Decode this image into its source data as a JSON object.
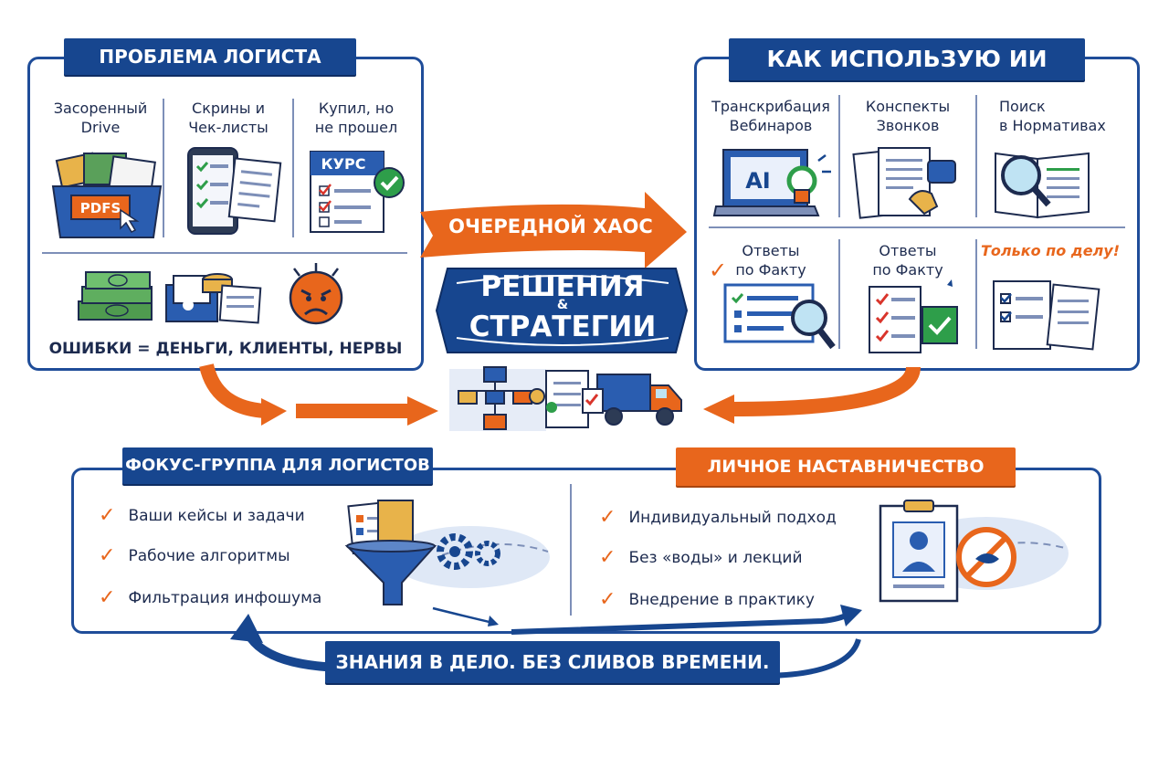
{
  "problem": {
    "title": "ПРОБЛЕМА ЛОГИСТА",
    "cells": [
      {
        "label": "Засоренный\nDrive",
        "icon": "folder-pdf-icon",
        "badge": "PDFS"
      },
      {
        "label": "Скрины и\nЧек-листы",
        "icon": "phone-checklist-icon"
      },
      {
        "label": "Купил, но\nне прошел",
        "icon": "course-book-icon",
        "badge": "КУРС"
      }
    ],
    "bottom_icons": [
      "money-stack-icon",
      "files-coins-icon",
      "angry-face-icon"
    ],
    "caption": "ОШИБКИ = ДЕНЬГИ, КЛИЕНТЫ, НЕРВЫ"
  },
  "ai_usage": {
    "title": "КАК ИСПОЛЬЗУЮ ИИ",
    "cells": [
      {
        "label": "Транскрибация\nВебинаров",
        "icon": "laptop-ai-icon",
        "badge": "AI"
      },
      {
        "label": "Конспекты\nЗвонков",
        "icon": "notes-phone-icon"
      },
      {
        "label": "Поиск\nв Нормативах",
        "icon": "book-magnifier-icon"
      },
      {
        "label": "Ответы\nпо Факту",
        "icon": "document-magnifier-icon"
      },
      {
        "label": "Ответы\nпо Факту",
        "icon": "checklist-icon"
      },
      {
        "label": "Только по делу!",
        "icon": "clipboard-list-icon"
      }
    ]
  },
  "center": {
    "chaos_arrow": "ОЧЕРЕДНОЙ ХАОС",
    "solutions_line1": "РЕШЕНИЯ",
    "solutions_amp": "&",
    "solutions_line2": "СТРАТЕГИИ",
    "icons": [
      "flowchart-icon",
      "checklist-icon",
      "truck-icon"
    ]
  },
  "focus_group": {
    "title": "ФОКУС-ГРУППА ДЛЯ ЛОГИСТОВ",
    "items": [
      "Ваши кейсы и задачи",
      "Рабочие алгоритмы",
      "Фильтрация инфошума"
    ],
    "icon": "funnel-gears-icon"
  },
  "mentoring": {
    "title": "ЛИЧНОЕ НАСТАВНИЧЕСТВО",
    "items": [
      "Индивидуальный подход",
      "Без «воды» и лекций",
      "Внедрение в практику"
    ],
    "icon": "profile-no-water-icon"
  },
  "footer": {
    "banner": "ЗНАНИЯ В ДЕЛО. БЕЗ СЛИВОВ ВРЕМЕНИ."
  },
  "colors": {
    "navy": "#17468f",
    "orange": "#e8661c",
    "border": "#1f4d99",
    "text": "#1d2b4f"
  }
}
